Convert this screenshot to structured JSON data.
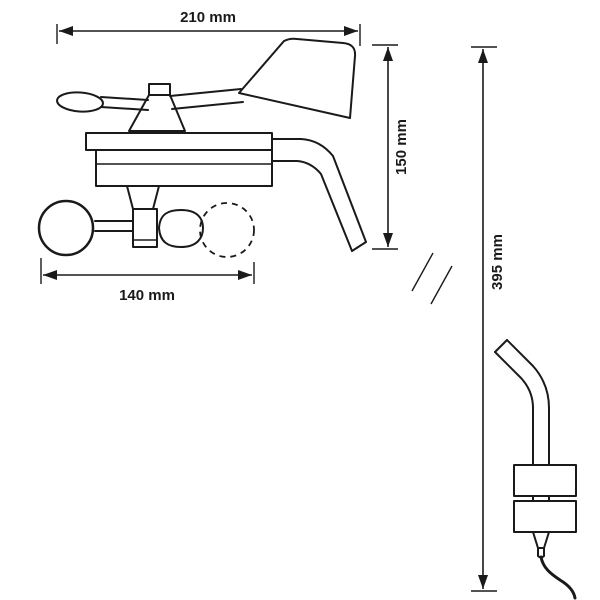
{
  "diagram": {
    "subject": "wind-sensor-dimension-drawing",
    "colors": {
      "line": "#1a1a1a",
      "background": "#ffffff"
    },
    "dimensions": {
      "width_top": "210 mm",
      "height_right": "150 mm",
      "width_bottom": "140 mm",
      "height_total": "395 mm"
    }
  }
}
